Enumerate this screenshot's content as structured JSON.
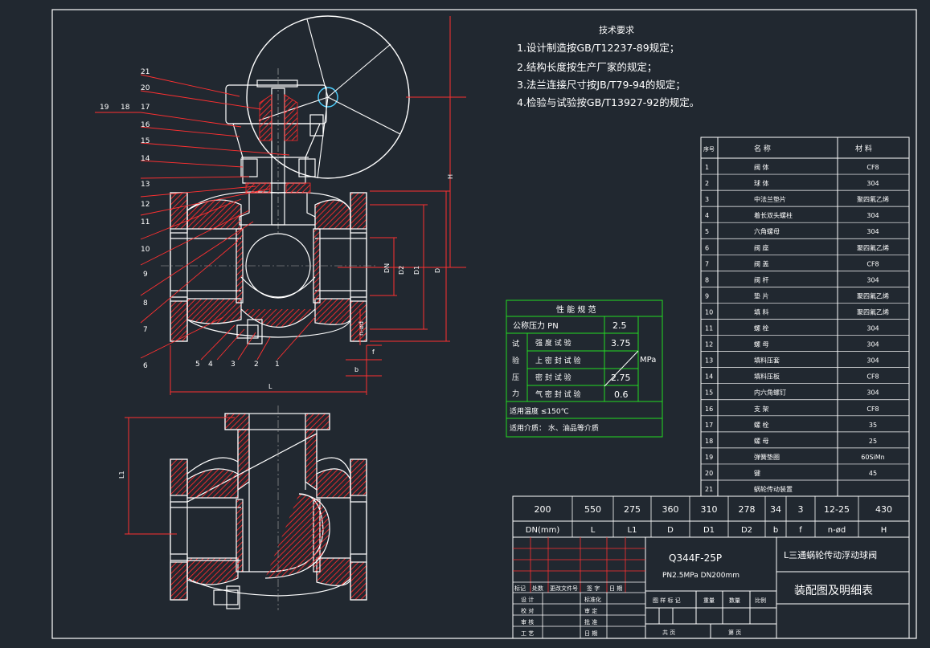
{
  "colors": {
    "background": "#212830",
    "frame": "#ffffff",
    "outline": "#ffffff",
    "hatch": "#ff2a2a",
    "dimension": "#ff3030",
    "leader": "#ff3030",
    "table_green": "#22dd22",
    "table_white": "#ffffff",
    "center_line": "#ffffff"
  },
  "tech": {
    "title": "技术要求",
    "lines": [
      "1.设计制造按GB/T12237-89规定；",
      "2.结构长度按生产厂家的规定；",
      "3.法兰连接尺寸按JB/T79-94的规定；",
      "4.检验与试验按GB/T13927-92的规定。"
    ]
  },
  "perf": {
    "title": "性 能 规 范",
    "pn_label": "公称压力 PN",
    "pn_value": "2.5",
    "test_label": [
      "试",
      "验",
      "压",
      "力"
    ],
    "rows": [
      {
        "label": "强 度 试 验",
        "value": "3.75"
      },
      {
        "label": "上 密 封 试 验",
        "value": ""
      },
      {
        "label": "密 封 试 验",
        "value": "2.75"
      },
      {
        "label": "气 密 封 试 验",
        "value": "0.6"
      }
    ],
    "unit": "MPa",
    "temp": "适用温度  ≤150℃",
    "medium": "适用介质：  水、油品等介质"
  },
  "bom": {
    "header": {
      "no": "序号",
      "name": "名    称",
      "material": "材    料"
    },
    "rows": [
      {
        "no": "1",
        "name": "阀 体",
        "material": "CF8"
      },
      {
        "no": "2",
        "name": "球 体",
        "material": "304"
      },
      {
        "no": "3",
        "name": "中法兰垫片",
        "material": "聚四氟乙烯"
      },
      {
        "no": "4",
        "name": "着长双头螺柱",
        "material": "304"
      },
      {
        "no": "5",
        "name": "六角螺母",
        "material": "304"
      },
      {
        "no": "6",
        "name": "阀 座",
        "material": "聚四氟乙烯"
      },
      {
        "no": "7",
        "name": "阀 盖",
        "material": "CF8"
      },
      {
        "no": "8",
        "name": "阀 杆",
        "material": "304"
      },
      {
        "no": "9",
        "name": "垫 片",
        "material": "聚四氟乙烯"
      },
      {
        "no": "10",
        "name": "填 料",
        "material": "聚四氟乙烯"
      },
      {
        "no": "11",
        "name": "螺 栓",
        "material": "304"
      },
      {
        "no": "12",
        "name": "螺 母",
        "material": "304"
      },
      {
        "no": "13",
        "name": "填料压套",
        "material": "304"
      },
      {
        "no": "14",
        "name": "填料压板",
        "material": "CF8"
      },
      {
        "no": "15",
        "name": "内六角螺钉",
        "material": "304"
      },
      {
        "no": "16",
        "name": "支 架",
        "material": "CF8"
      },
      {
        "no": "17",
        "name": "螺 栓",
        "material": "35"
      },
      {
        "no": "18",
        "name": "螺 母",
        "material": "25"
      },
      {
        "no": "19",
        "name": "弹簧垫圈",
        "material": "60SiMn"
      },
      {
        "no": "20",
        "name": "键",
        "material": "45"
      },
      {
        "no": "21",
        "name": "蜗轮传动装置",
        "material": ""
      }
    ]
  },
  "dims": {
    "values": [
      "200",
      "550",
      "275",
      "360",
      "310",
      "278",
      "34",
      "3",
      "12-25",
      "430"
    ],
    "labels": [
      "DN(mm)",
      "L",
      "L1",
      "D",
      "D1",
      "D2",
      "b",
      "f",
      "n-ød",
      "H"
    ]
  },
  "title_block": {
    "model": "Q344F-25P",
    "spec": "PN2.5MPa DN200mm",
    "name": "L三通蜗轮传动浮动球阀",
    "drawing": "装配图及明细表",
    "rev_labels": [
      "标记",
      "处数",
      "更改文件号",
      "签 字",
      "日 期"
    ],
    "sign_left": [
      "设 计",
      "校 对",
      "审 核",
      "工 艺"
    ],
    "sign_mid": [
      "标准化",
      "审 定",
      "批 准",
      "日 期"
    ],
    "stage": "图 样 标 记",
    "weight": "重量",
    "scale": "比例",
    "count": "数量",
    "sheet_total": "共    页",
    "sheet_no": "第    页"
  },
  "balloons": [
    "21",
    "20",
    "19",
    "18",
    "17",
    "16",
    "15",
    "14",
    "13",
    "12",
    "11",
    "10",
    "9",
    "8",
    "7",
    "6",
    "5",
    "4",
    "3",
    "2",
    "1"
  ],
  "dim_labels": {
    "H": "H",
    "D": "D",
    "D1": "D1",
    "DN": "DN",
    "D2": "D2",
    "nd": "n-ød",
    "f": "f",
    "b": "b",
    "L": "L",
    "L1": "L1"
  }
}
